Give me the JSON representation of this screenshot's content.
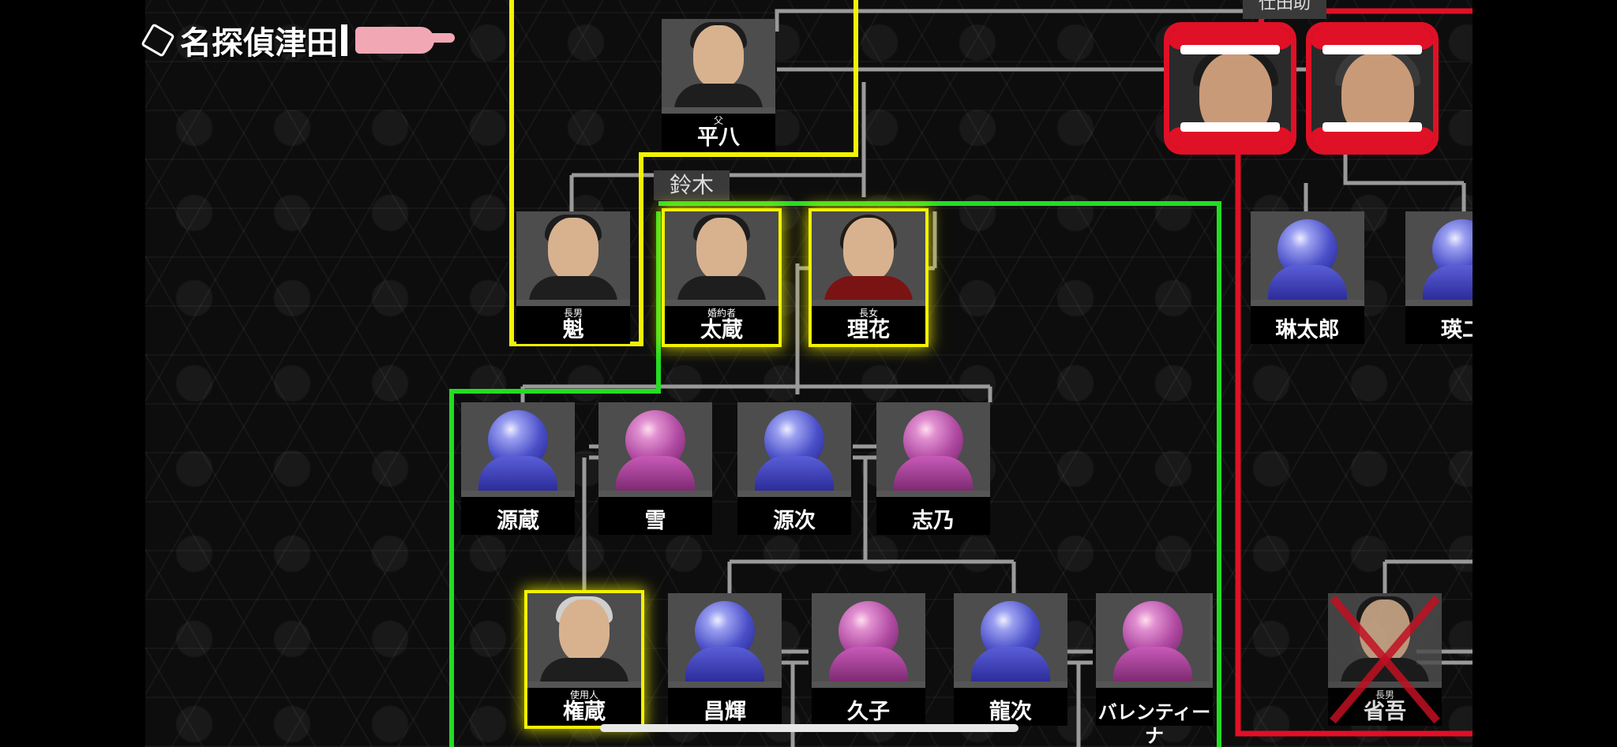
{
  "logo": {
    "text": "名探偵津田"
  },
  "group_label": "鈴木",
  "top_right_label": "仕田助",
  "characters": {
    "heihachi": {
      "role": "父",
      "name": "平八"
    },
    "sakigake": {
      "role": "長男",
      "name": "魁"
    },
    "taizo": {
      "role": "婚約者",
      "name": "太蔵"
    },
    "rika": {
      "role": "長女",
      "name": "理花"
    },
    "genzo": {
      "role": "",
      "name": "源蔵"
    },
    "yuki": {
      "role": "",
      "name": "雪"
    },
    "genji": {
      "role": "",
      "name": "源次"
    },
    "shino": {
      "role": "",
      "name": "志乃"
    },
    "gonzo": {
      "role": "使用人",
      "name": "権蔵"
    },
    "shoki": {
      "role": "",
      "name": "昌輝"
    },
    "hisako": {
      "role": "",
      "name": "久子"
    },
    "ryuji": {
      "role": "",
      "name": "龍次"
    },
    "valentina": {
      "role": "",
      "name": "バレンティーナ"
    },
    "rintaro": {
      "role": "",
      "name": "琳太郎"
    },
    "ei": {
      "role": "",
      "name": "瑛二"
    },
    "shogo": {
      "role": "長男",
      "name": "省吾"
    }
  },
  "colors": {
    "yellow_line": "#f2f200",
    "green_line": "#22dd22",
    "red_line": "#e01026",
    "gray_line": "#9a9a9a",
    "pawn_blue": "#4a4fc8",
    "pawn_pink": "#b04aa2"
  },
  "icons": [
    "hex-logo-icon",
    "pointing-hand-icon",
    "male-pawn-icon",
    "female-pawn-icon",
    "red-x-icon"
  ]
}
